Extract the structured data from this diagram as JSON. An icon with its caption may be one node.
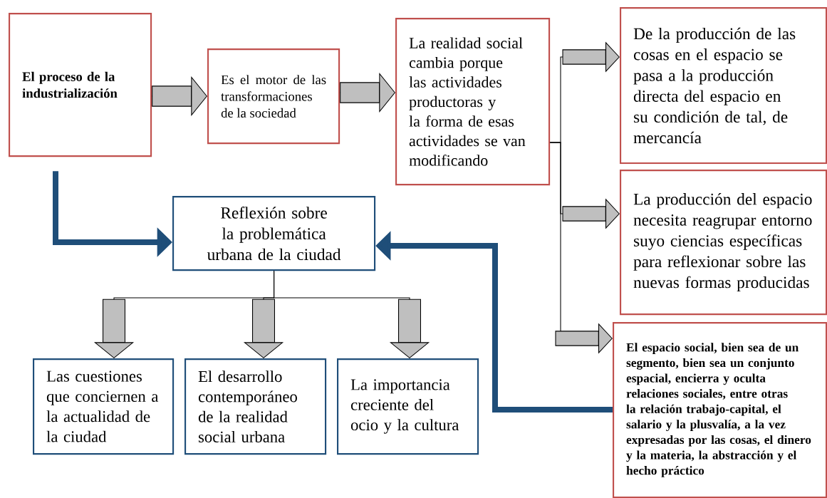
{
  "diagram": {
    "nodes": [
      {
        "text": [
          "El proceso de la industrialización"
        ]
      },
      {
        "text": [
          "Es el motor de las transformaciones de la sociedad"
        ]
      },
      {
        "text": [
          "La realidad social cambia porque las actividades productoras y la forma de esas actividades se van modificando"
        ]
      },
      {
        "text": [
          "De la producción de las cosas en el espacio se pasa a la producción directa del espacio en su condición de tal, de mercancía"
        ]
      },
      {
        "text": [
          "La producción del espacio necesita reagrupar entorno suyo ciencias específicas para reflexionar sobre las nuevas formas producidas"
        ]
      },
      {
        "text": [
          "El espacio social, bien sea de un segmento, bien sea un conjunto espacial, encierra y oculta relaciones sociales, entre otras la relación trabajo-capital, el salario y la plusvalía, a la vez expresadas por las cosas, el dinero y la materia, la abstracción y el hecho práctico"
        ]
      },
      {
        "text": [
          "Reflexión sobre la problemática urbana de la ciudad"
        ]
      },
      {
        "text": [
          "Las cuestiones que conciernen a la actualidad de la ciudad"
        ]
      },
      {
        "text": [
          "El desarrollo contemporáneo de la realidad social urbana"
        ]
      },
      {
        "text": [
          "La importancia creciente del ocio y la cultura"
        ]
      }
    ],
    "edges": [
      {
        "from": 0,
        "to": 1,
        "arrow": "to"
      },
      {
        "from": 1,
        "to": 2,
        "arrow": "to"
      },
      {
        "from": 2,
        "to": 3,
        "arrow": "to"
      },
      {
        "from": 2,
        "to": 4,
        "arrow": "to"
      },
      {
        "from": 2,
        "to": 5,
        "arrow": "to"
      },
      {
        "from": 0,
        "to": 6,
        "arrow": "to",
        "style": "thick",
        "color": "#1f4e79"
      },
      {
        "from": 5,
        "to": 6,
        "arrow": "to",
        "style": "thick",
        "color": "#1f4e79"
      },
      {
        "from": 6,
        "to": 7,
        "arrow": "to"
      },
      {
        "from": 6,
        "to": 8,
        "arrow": "to"
      },
      {
        "from": 6,
        "to": 9,
        "arrow": "to"
      }
    ]
  }
}
